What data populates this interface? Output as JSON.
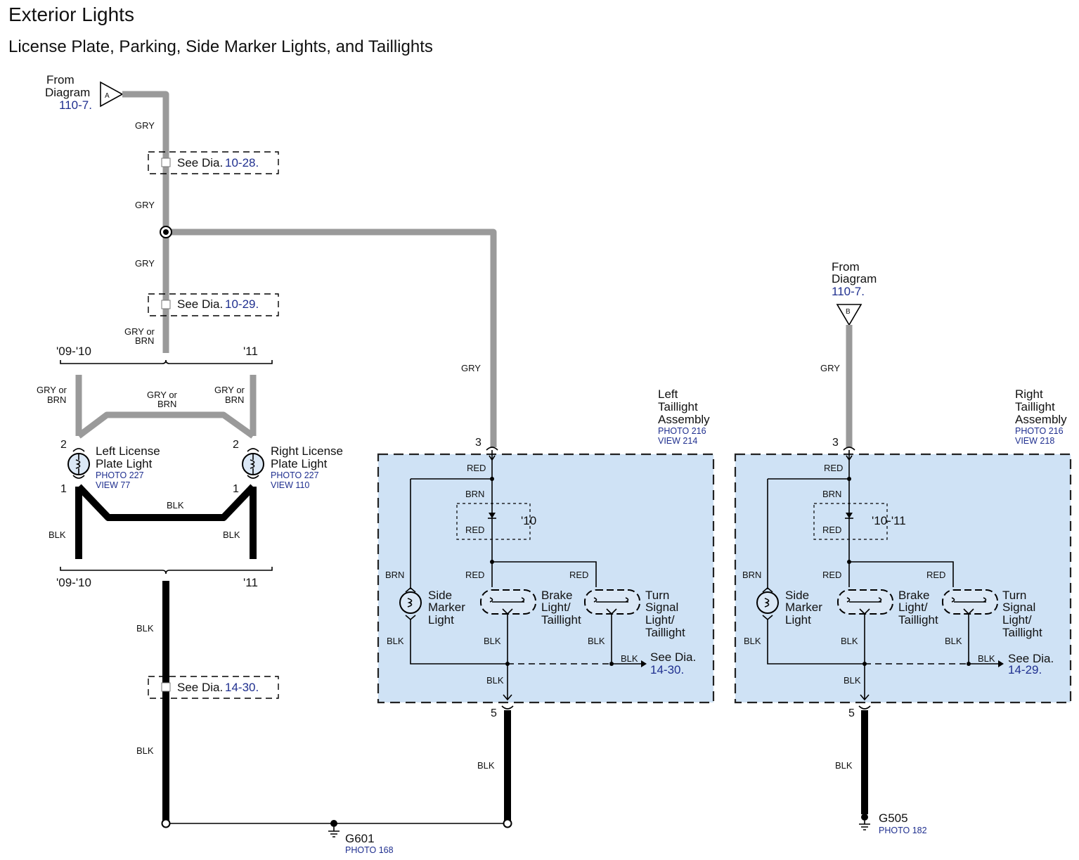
{
  "title": "Exterior Lights",
  "subtitle": "License Plate, Parking, Side Marker Lights, and Taillights",
  "wire_colors": {
    "gray": "#9a9a9a",
    "black": "#000000",
    "assembly_fill": "#cfe2f5",
    "link": "#1f2f8f"
  },
  "from_a": {
    "l1": "From",
    "l2": "Diagram",
    "ref": "110-7.",
    "letter": "A"
  },
  "from_b": {
    "l1": "From",
    "l2": "Diagram",
    "ref": "110-7.",
    "letter": "B"
  },
  "see1": {
    "text": "See Dia.",
    "ref": "10-28."
  },
  "see2": {
    "text": "See Dia.",
    "ref": "10-29."
  },
  "see3": {
    "text": "See Dia.",
    "ref": "14-30."
  },
  "see_left": {
    "text": "See Dia.",
    "ref": "14-30."
  },
  "see_right": {
    "text": "See Dia.",
    "ref": "14-29."
  },
  "wires": {
    "gry": "GRY",
    "gry_or": "GRY or",
    "brn": "BRN",
    "blk": "BLK",
    "red": "RED"
  },
  "years": {
    "a": "'09-'10",
    "b": "'11",
    "y10": "'10",
    "y1011": "'10-'11"
  },
  "pins": {
    "p1": "1",
    "p2": "2",
    "p3": "3",
    "p5": "5"
  },
  "left_license": {
    "l1": "Left License",
    "l2": "Plate Light",
    "photo": "PHOTO 227",
    "view": "VIEW 77"
  },
  "right_license": {
    "l1": "Right License",
    "l2": "Plate Light",
    "photo": "PHOTO 227",
    "view": "VIEW 110"
  },
  "left_taillight": {
    "l1": "Left",
    "l2": "Taillight",
    "l3": "Assembly",
    "photo": "PHOTO 216",
    "view": "VIEW 214"
  },
  "right_taillight": {
    "l1": "Right",
    "l2": "Taillight",
    "l3": "Assembly",
    "photo": "PHOTO 216",
    "view": "VIEW 218"
  },
  "side_marker": {
    "l1": "Side",
    "l2": "Marker",
    "l3": "Light"
  },
  "brake": {
    "l1": "Brake",
    "l2": "Light/",
    "l3": "Taillight"
  },
  "turn": {
    "l1": "Turn",
    "l2": "Signal",
    "l3": "Light/",
    "l4": "Taillight"
  },
  "g601": {
    "name": "G601",
    "photo": "PHOTO 168"
  },
  "g505": {
    "name": "G505",
    "photo": "PHOTO 182"
  }
}
